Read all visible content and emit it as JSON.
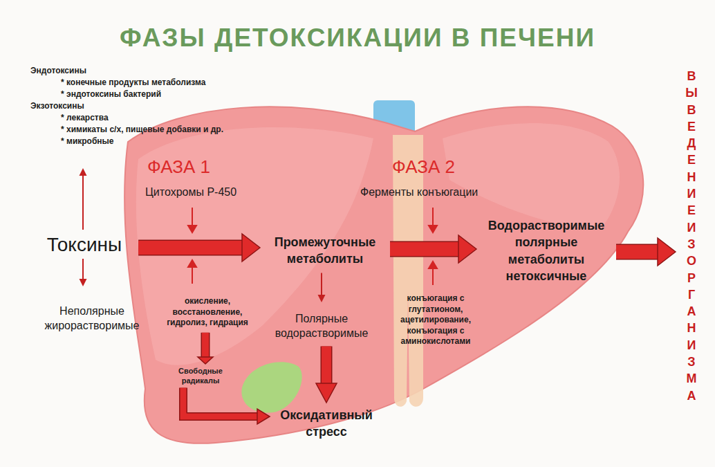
{
  "diagram": {
    "title": "ФАЗЫ ДЕТОКСИКАЦИИ В ПЕЧЕНИ",
    "nodes": [
      {
        "text": [
          "Эндотоксины",
          "* конечные продукты метаболизма",
          "* эндотоксины бактерий",
          "Экзотоксины",
          "* лекарства",
          "* химикаты с/х, пищевые добавки и др.",
          "* микробные"
        ]
      },
      {
        "text": [
          "Токсины"
        ]
      },
      {
        "text": [
          "Неполярные жирорастворимые"
        ]
      },
      {
        "text": [
          "Промежуточные метаболиты"
        ]
      },
      {
        "text": [
          "Полярные водорастворимые"
        ]
      },
      {
        "text": [
          "Водорастворимые полярные метаболиты нетоксичные"
        ]
      },
      {
        "text": [
          "окисление, восстановление, гидролиз, гидрация"
        ]
      },
      {
        "text": [
          "Свободные радикалы"
        ]
      },
      {
        "text": [
          "Оксидативный стресс"
        ]
      },
      {
        "text": [
          "конъюгация с глутатионом, ацетилирование, конъюгация с аминокислотами"
        ]
      },
      {
        "text": [
          "ВЫВЕДЕНИЕ ИЗ ОРГАНИЗМА"
        ]
      }
    ],
    "edges": [
      {
        "from": 1,
        "to": 0,
        "arrow": "to"
      },
      {
        "from": 1,
        "to": 2,
        "arrow": "to"
      },
      {
        "from": 1,
        "to": 3,
        "arrow": "to"
      },
      {
        "from": 3,
        "to": 4,
        "arrow": "to"
      },
      {
        "from": 3,
        "to": 5,
        "arrow": "to"
      },
      {
        "from": 5,
        "to": 10,
        "arrow": "to"
      },
      {
        "from": 6,
        "to": 7,
        "arrow": "to"
      },
      {
        "from": 7,
        "to": 8,
        "arrow": "to"
      },
      {
        "from": 4,
        "to": 8,
        "arrow": "to"
      }
    ],
    "labels": [
      "ФАЗА 1",
      "Цитохромы Р-450",
      "ФАЗА 2",
      "Ферменты конъюгации"
    ]
  }
}
